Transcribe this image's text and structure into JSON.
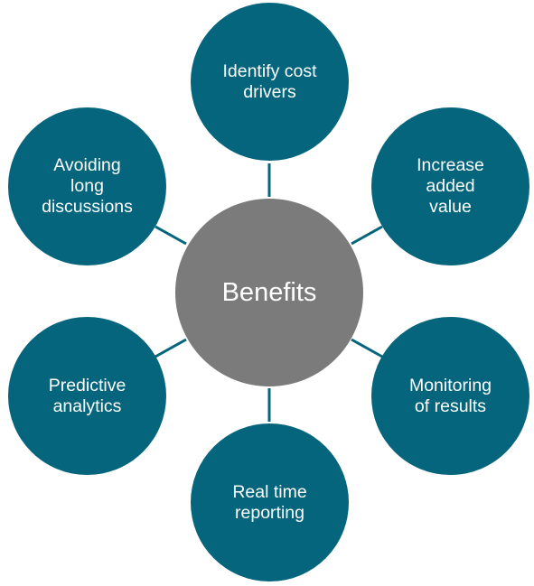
{
  "center": {
    "label": "Benefits"
  },
  "nodes": [
    {
      "label": "Identify cost\ndrivers"
    },
    {
      "label": "Increase\nadded\nvalue"
    },
    {
      "label": "Monitoring\nof results"
    },
    {
      "label": "Real time\nreporting"
    },
    {
      "label": "Predictive\nanalytics"
    },
    {
      "label": "Avoiding\nlong\ndiscussions"
    }
  ],
  "colors": {
    "outer_fill": "#04657c",
    "center_fill": "#7b7b7b",
    "text": "#ffffff",
    "connector": "#04657c"
  }
}
